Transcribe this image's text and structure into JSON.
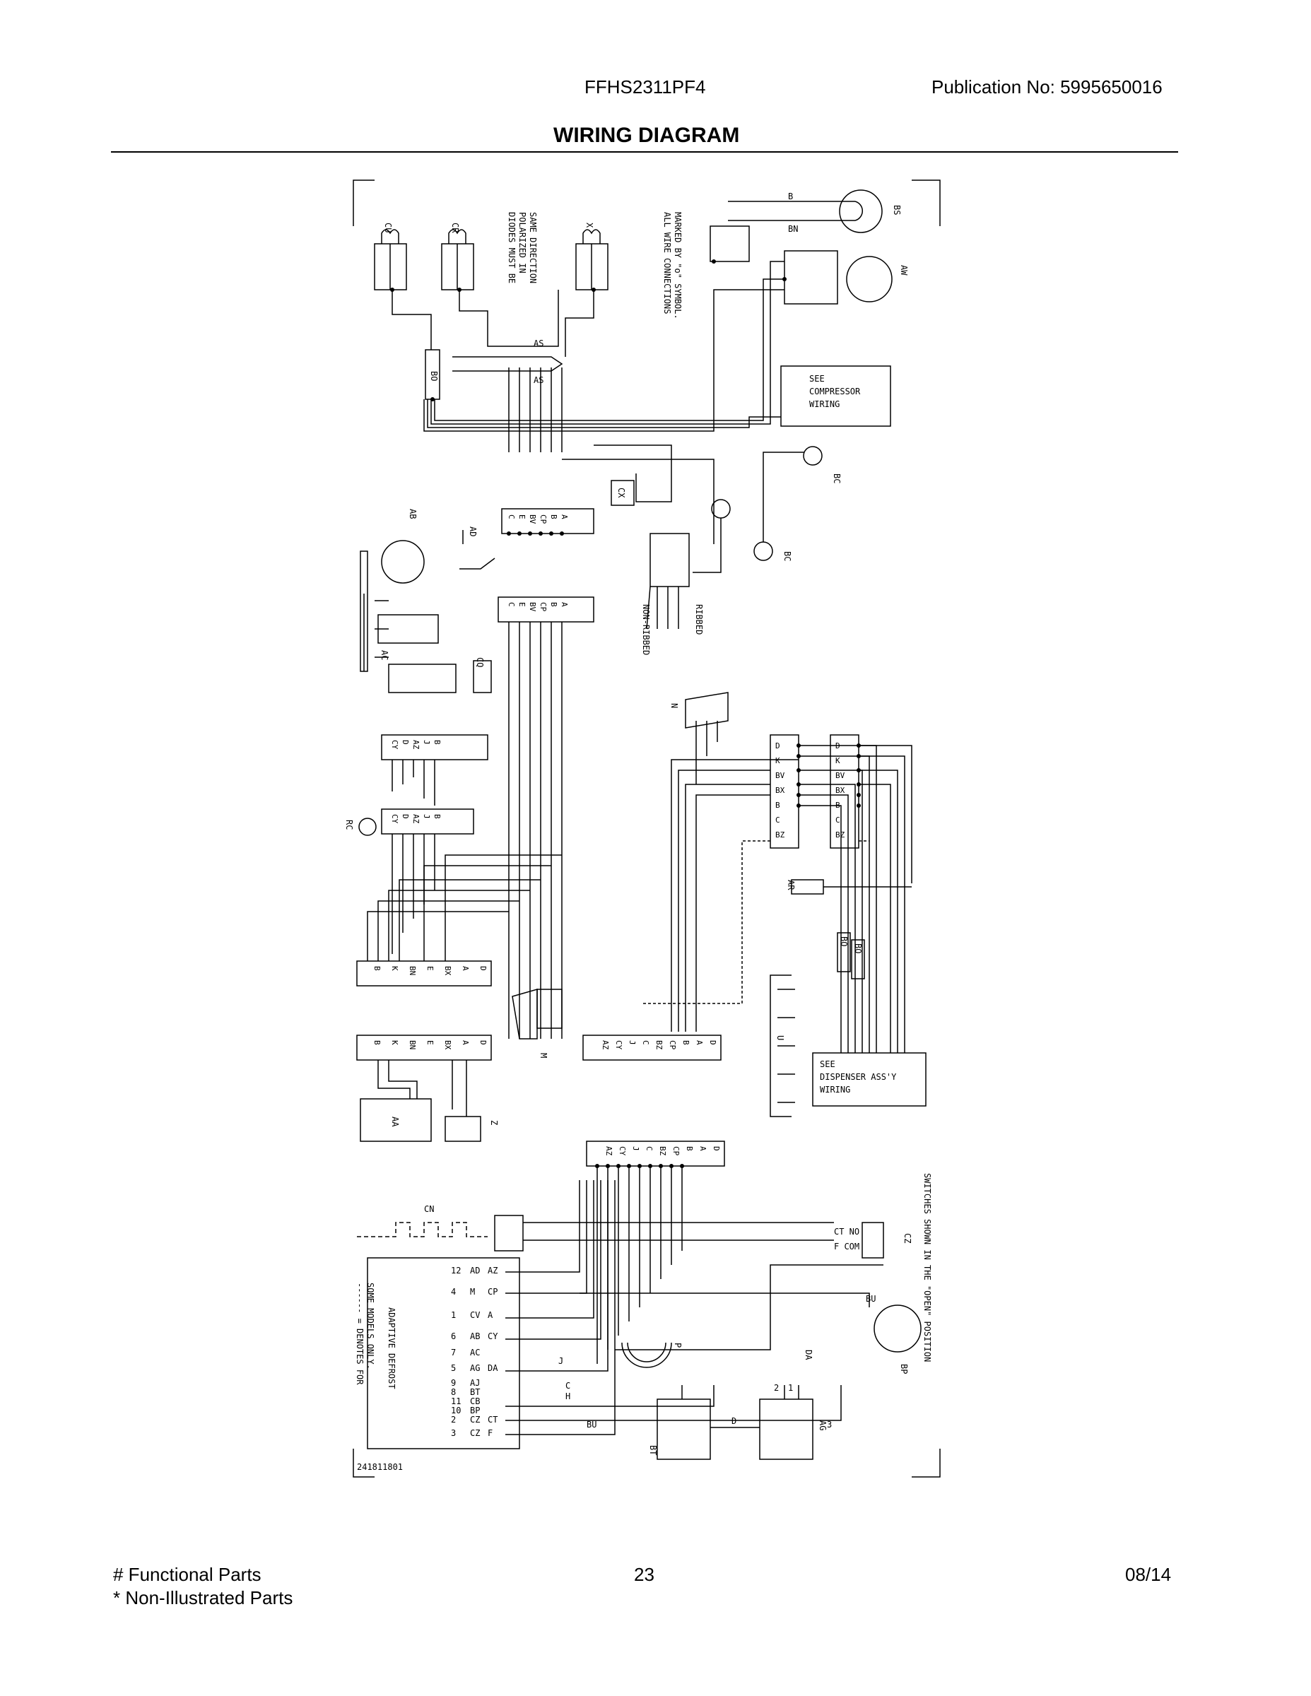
{
  "header": {
    "model": "FFHS2311PF4",
    "publication": "Publication No:  5995650016",
    "title": "WIRING DIAGRAM"
  },
  "footer": {
    "functional": "# Functional Parts",
    "non_illustrated": "* Non-Illustrated Parts",
    "page": "23",
    "date": "08/14"
  },
  "diagram": {
    "notes": {
      "diodes": [
        "DIODES MUST BE",
        "POLARIZED IN",
        "SAME DIRECTION"
      ],
      "connections": [
        "ALL WIRE CONNECTIONS",
        "MARKED BY \"o\" SYMBOL."
      ],
      "compressor": [
        "SEE",
        "COMPRESSOR",
        "WIRING"
      ],
      "dispenser": [
        "SEE",
        "DISPENSER ASS'Y",
        "WIRING"
      ],
      "switches": "SWITCHES SHOWN IN THE \"OPEN\" POSITION",
      "adaptive": "ADAPTIVE DEFROST",
      "denotes": [
        "------ = DENOTES FOR",
        "SOME MODELS ONLY."
      ],
      "part_number": "241811801"
    },
    "components": {
      "CU": "CU",
      "CR": "CR",
      "X": "X",
      "B": "B",
      "BN": "BN",
      "BS": "BS",
      "AW": "AW",
      "AS": "AS",
      "BO": "BO",
      "BC": "BC",
      "CX": "CX",
      "AB": "AB",
      "AD": "AD",
      "AC": "AC",
      "CQ": "CQ",
      "RIBBED": "RIBBED",
      "NONRIBBED": "NON-RIBBED",
      "N": "N",
      "RC": "RC",
      "AR": "AR",
      "U": "U",
      "M": "M",
      "AA": "AA",
      "Z": "Z",
      "CN": "CN",
      "CZ": "CZ",
      "BU": "BU",
      "BP": "BP",
      "P": "P",
      "DA": "DA",
      "BT": "BT",
      "AG": "AG",
      "D": "D",
      "J": "J",
      "C": "C",
      "H": "H",
      "CT": "CT",
      "F": "F",
      "ONE": "1",
      "TWO": "2",
      "THREE": "3"
    },
    "blocks": {
      "top_connector": [
        "A",
        "B",
        "CP",
        "BV",
        "E",
        "C"
      ],
      "mid_connector": [
        "A",
        "B",
        "CP",
        "BV",
        "E",
        "C"
      ],
      "ac_connector": [
        "B",
        "J",
        "AZ",
        "D",
        "CY"
      ],
      "rc_connector": [
        "B",
        "J",
        "AZ",
        "D",
        "CY"
      ],
      "right_left": [
        "D",
        "K",
        "BV",
        "BX",
        "B",
        "C",
        "BZ"
      ],
      "right_right": [
        "D",
        "K",
        "BV",
        "BX",
        "B",
        "C",
        "BZ"
      ],
      "left_conn1": [
        "D",
        "A",
        "BX",
        "E",
        "BN",
        "K",
        "B"
      ],
      "left_conn2": [
        "D",
        "A",
        "BX",
        "E",
        "BN",
        "K",
        "B"
      ],
      "center_conn": [
        "D",
        "A",
        "B",
        "CP",
        "BZ",
        "C",
        "J",
        "CY",
        "AZ"
      ],
      "lower_conn": [
        "D",
        "A",
        "B",
        "CP",
        "BZ",
        "C",
        "J",
        "CY",
        "AZ"
      ]
    },
    "ct_no": "CT NO",
    "f_com": "F COM",
    "adaptive_pins": [
      {
        "num": "12",
        "name": "AD",
        "wire": "AZ"
      },
      {
        "num": "4",
        "name": "M",
        "wire": "CP"
      },
      {
        "num": "1",
        "name": "CV",
        "wire": "A"
      },
      {
        "num": "6",
        "name": "AB",
        "wire": "CY"
      },
      {
        "num": "7",
        "name": "AC",
        "wire": ""
      },
      {
        "num": "5",
        "name": "AG",
        "wire": "DA"
      },
      {
        "num": "9",
        "name": "AJ",
        "wire": ""
      },
      {
        "num": "8",
        "name": "BT",
        "wire": ""
      },
      {
        "num": "11",
        "name": "CB",
        "wire": ""
      },
      {
        "num": "10",
        "name": "BP",
        "wire": ""
      },
      {
        "num": "2",
        "name": "CZ",
        "wire": "CT"
      },
      {
        "num": "3",
        "name": "CZ",
        "wire": "F"
      }
    ]
  }
}
